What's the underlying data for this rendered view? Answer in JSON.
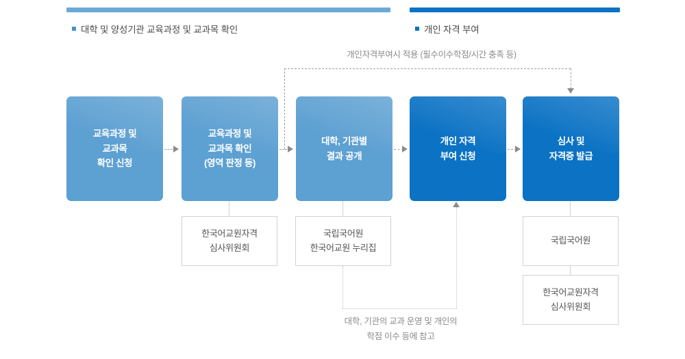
{
  "legend": {
    "items": [
      {
        "label": "대학 및 양성기관 교육과정 및 교과목 확인",
        "color": "#6aa9d6",
        "bullet_color": "#4a90c4"
      },
      {
        "label": "개인 자격 부여",
        "color": "#0b72c4",
        "bullet_color": "#0b72c4"
      }
    ]
  },
  "annotations": {
    "top": "개인자격부여시 적용 (필수이수학점/시간 충족 등)",
    "bottom_line1": "대학, 기관의 교과 운영 및 개인의",
    "bottom_line2": "학점 이수 등에 참고"
  },
  "process": {
    "steps": [
      {
        "id": "step-1",
        "lines": [
          "교육과정 및",
          "교과목",
          "확인 신청"
        ],
        "color": "#5da0d2",
        "phase": "대학 및 양성기관 교육과정 및 교과목 확인"
      },
      {
        "id": "step-2",
        "lines": [
          "교육과정 및",
          "교과목 확인",
          "(영역 판정 등)"
        ],
        "color": "#5da0d2",
        "phase": "대학 및 양성기관 교육과정 및 교과목 확인"
      },
      {
        "id": "step-3",
        "lines": [
          "대학, 기관별",
          "결과 공개"
        ],
        "color": "#5da0d2",
        "phase": "대학 및 양성기관 교육과정 및 교과목 확인"
      },
      {
        "id": "step-4",
        "lines": [
          "개인 자격",
          "부여 신청"
        ],
        "color": "#0b72c4",
        "phase": "개인 자격 부여"
      },
      {
        "id": "step-5",
        "lines": [
          "심사 및",
          "자격증 발급"
        ],
        "color": "#0b72c4",
        "phase": "개인 자격 부여"
      }
    ]
  },
  "organizations": {
    "under_step2": [
      "한국어교원자격",
      "심사위원회"
    ],
    "under_step3": [
      "국립국어원",
      "한국어교원 누리집"
    ],
    "under_step5_first": [
      "국립국어원"
    ],
    "under_step5_second": [
      "한국어교원자격",
      "심사위원회"
    ]
  }
}
